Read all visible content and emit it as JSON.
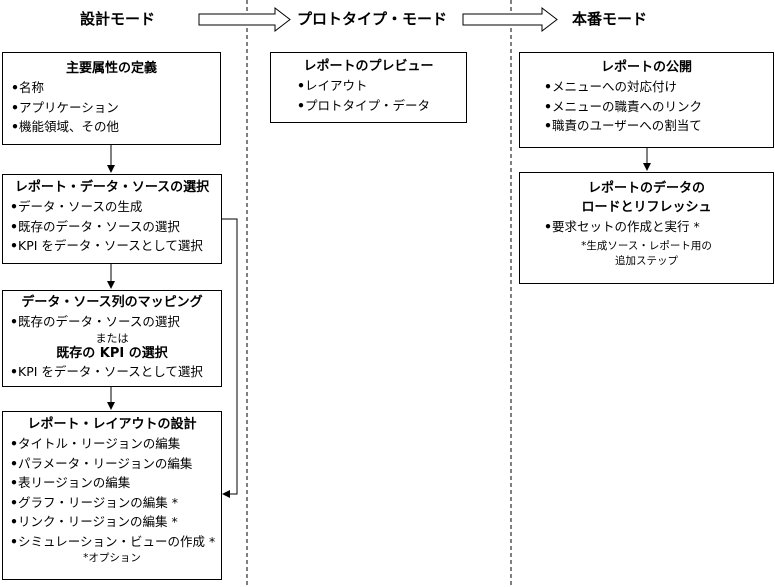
{
  "headers": {
    "design": "設計モード",
    "prototype": "プロトタイプ・モード",
    "production": "本番モード"
  },
  "design": {
    "box1": {
      "title": "主要属性の定義",
      "items": [
        "名称",
        "アプリケーション",
        "機能領域、その他"
      ]
    },
    "box2": {
      "title": "レポート・データ・ソースの選択",
      "items": [
        "データ・ソースの生成",
        "既存のデータ・ソースの選択",
        "KPI をデータ・ソースとして選択"
      ]
    },
    "box3": {
      "title": "データ・ソース列のマッピング",
      "item_a": "既存のデータ・ソースの選択",
      "or": "または",
      "subtitle": "既存の KPI の選択",
      "item_b": "KPI をデータ・ソースとして選択"
    },
    "box4": {
      "title": "レポート・レイアウトの設計",
      "items": [
        "タイトル・リージョンの編集",
        "パラメータ・リージョンの編集",
        "表リージョンの編集",
        "グラフ・リージョンの編集 *",
        "リンク・リージョンの編集 *",
        "シミュレーション・ビューの作成 *"
      ],
      "note": "*オプション"
    }
  },
  "prototype": {
    "box1": {
      "title": "レポートのプレビュー",
      "items": [
        "レイアウト",
        "プロトタイプ・データ"
      ]
    }
  },
  "production": {
    "box1": {
      "title": "レポートの公開",
      "items": [
        "メニューへの対応付け",
        "メニューの職責へのリンク",
        "職責のユーザーへの割当て"
      ]
    },
    "box2": {
      "title_line1": "レポートのデータの",
      "title_line2": "ロードとリフレッシュ",
      "items": [
        "要求セットの作成と実行 *"
      ],
      "note_line1": "*生成ソース・レポート用の",
      "note_line2": "追加ステップ"
    }
  }
}
